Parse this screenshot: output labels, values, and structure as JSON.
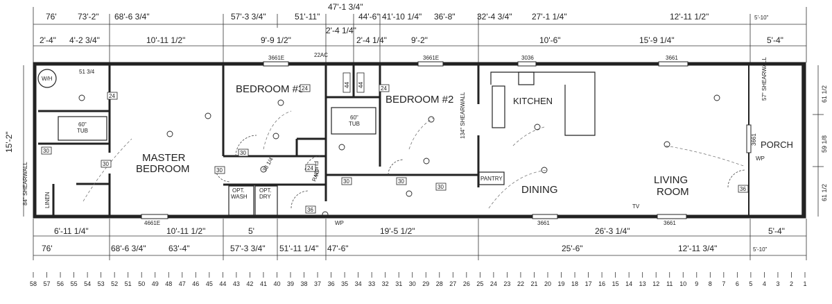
{
  "top_dims": {
    "row1": [
      "76'",
      "73'-2\"",
      "68'-6 3/4\"",
      "57'-3 3/4\"",
      "51'-11\"",
      "44'-6\"",
      "41'-10 1/4\"",
      "36'-8\"",
      "32'-4 3/4\"",
      "27'-1 1/4\"",
      "12'-11 1/2\"",
      "5'-10\""
    ],
    "overall": "47'-1 3/4\"",
    "row2": [
      "2'-4\"",
      "4'-2 3/4\"",
      "10'-11 1/2\"",
      "9'-9 1/2\"",
      "2'-4 1/4\"",
      "2'-4 1/4\"",
      "9'-2\"",
      "10'-6\"",
      "15'-9 1/4\"",
      "5'-4\""
    ]
  },
  "bottom_dims": {
    "row1": [
      "6'-11 1/4\"",
      "10'-11 1/2\"",
      "5'",
      "19'-5 1/2\"",
      "26'-3 1/4\"",
      "5'-4\""
    ],
    "row2": [
      "76'",
      "68'-6 3/4\"",
      "63'-4\"",
      "57'-3 3/4\"",
      "51'-11 1/4\"",
      "47'-6\"",
      "25'-6\"",
      "12'-11 3/4\"",
      "5'-10\""
    ]
  },
  "left_dims": {
    "width": "15'-2\"",
    "shearwall": "84\" SHEARWALL"
  },
  "right_dims": {
    "a": "61 1/2",
    "b": "59 1/8",
    "c": "61 1/2"
  },
  "windows": {
    "w1": "3661E",
    "w2": "3661E",
    "w3": "3036",
    "w4": "3661",
    "w5": "4661E",
    "w6": "3661",
    "w7": "3661",
    "w8": "3661"
  },
  "rooms": {
    "master": [
      "MASTER",
      "BEDROOM"
    ],
    "bed3": "BEDROOM #3",
    "bed2": "BEDROOM #2",
    "kitchen": "KITCHEN",
    "dining": "DINING",
    "living": [
      "LIVING",
      "ROOM"
    ],
    "porch": "PORCH"
  },
  "fixtures": {
    "wh": "W/H",
    "tub1": [
      "60\"",
      "TUB"
    ],
    "tub2": [
      "60\"",
      "TUB"
    ],
    "linen": "LINEN",
    "wash": [
      "OPT.",
      "WASH"
    ],
    "dry": [
      "OPT.",
      "DRY"
    ],
    "furn": "FURN",
    "pantry": "PANTRY",
    "rag": "RAG",
    "ac": "22AC",
    "wp1": "WP",
    "wp2": "WP",
    "tv": "TV",
    "val513": "51 3/4",
    "sw134": "134\" SHEARWALL",
    "sw57": "57\" SHEARWALL",
    "val331": "33 1/4"
  },
  "closets": [
    "24",
    "24",
    "24",
    "30",
    "30",
    "30",
    "30",
    "30",
    "30",
    "24",
    "36",
    "36",
    "44",
    "44",
    "30"
  ],
  "ruler": [
    58,
    57,
    56,
    55,
    54,
    53,
    52,
    51,
    50,
    49,
    48,
    47,
    46,
    45,
    44,
    43,
    42,
    41,
    40,
    39,
    38,
    37,
    36,
    35,
    34,
    33,
    32,
    31,
    30,
    29,
    28,
    27,
    26,
    25,
    24,
    23,
    22,
    21,
    20,
    19,
    18,
    17,
    16,
    15,
    14,
    13,
    12,
    11,
    10,
    9,
    8,
    7,
    6,
    5,
    4,
    3,
    2,
    1
  ]
}
